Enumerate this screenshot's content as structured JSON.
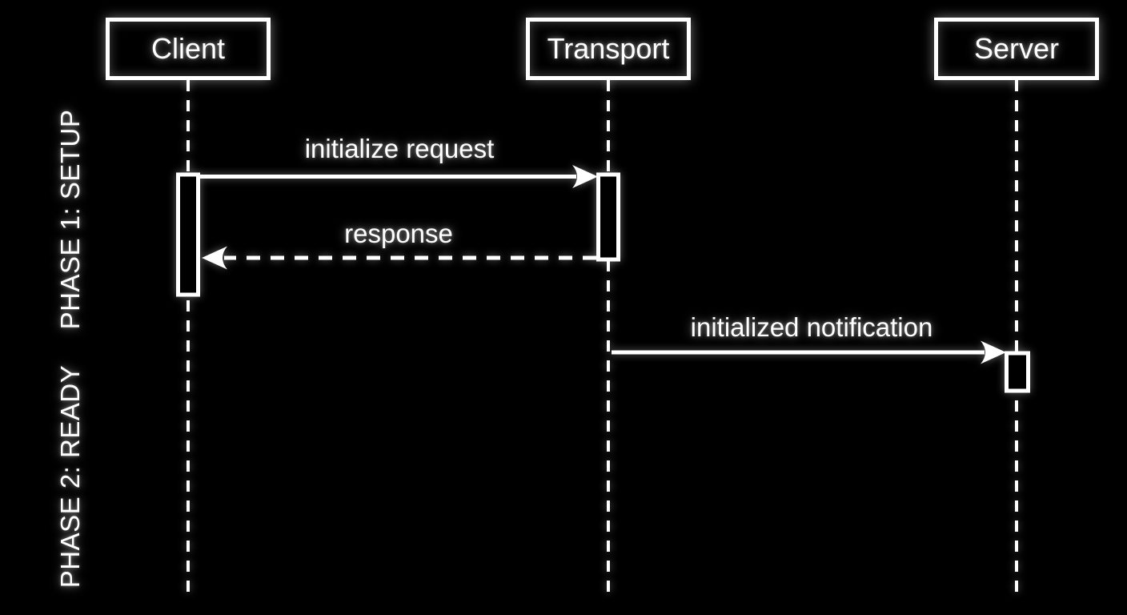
{
  "diagram": {
    "type": "sequence-diagram",
    "colors": {
      "background": "#000000",
      "foreground": "#ffffff",
      "glow": "rgba(255,255,255,0.5)"
    },
    "actors": [
      {
        "label": "Client"
      },
      {
        "label": "Transport"
      },
      {
        "label": "Server"
      }
    ],
    "phases": [
      {
        "label": "PHASE 1: SETUP"
      },
      {
        "label": "PHASE 2: READY"
      }
    ],
    "messages": [
      {
        "label": "initialize request",
        "from": "Client",
        "to": "Transport",
        "line": "solid"
      },
      {
        "label": "response",
        "from": "Transport",
        "to": "Client",
        "line": "dashed"
      },
      {
        "label": "initialized notification",
        "from": "Transport",
        "to": "Server",
        "line": "solid"
      }
    ]
  }
}
